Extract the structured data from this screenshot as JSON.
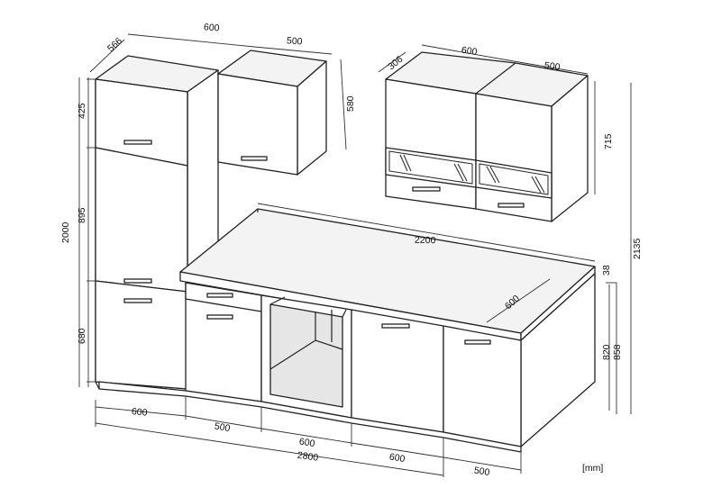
{
  "unit_label": "[mm]",
  "dimensions": {
    "tall_depth": "566",
    "tall_top_width": "600",
    "wall_left_width": "500",
    "wall_left_height": "580",
    "wall_right_depth": "306",
    "wall_right_width_a": "600",
    "wall_right_width_b": "500",
    "wall_right_height": "715",
    "tall_upper_height": "425",
    "tall_middle_height": "895",
    "tall_total_height": "2000",
    "tall_base_height": "680",
    "counter_length": "2200",
    "counter_depth": "600",
    "counter_thickness": "38",
    "base_height": "820",
    "counter_height": "858",
    "overall_height": "2135",
    "bottom_width_1": "600",
    "bottom_width_2": "500",
    "bottom_width_3": "600",
    "bottom_total": "2800",
    "bottom_width_4": "600",
    "bottom_width_5": "500"
  }
}
